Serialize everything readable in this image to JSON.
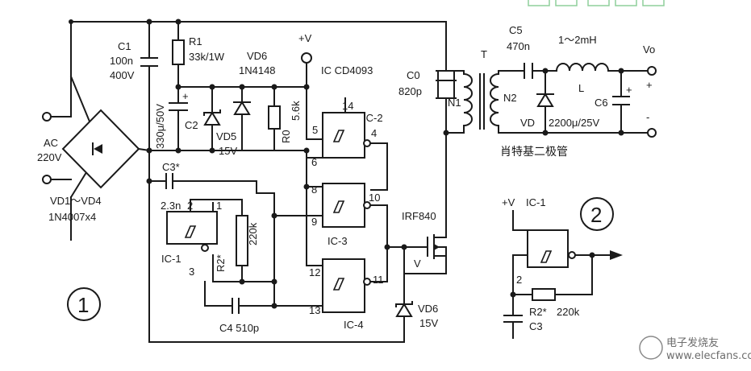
{
  "labels": {
    "c1": "C1",
    "c1_val": "100n",
    "c1_v": "400V",
    "r1": "R1",
    "r1_val": "33k/1W",
    "vd6a": "VD6",
    "vd6a_type": "1N4148",
    "vplus": "+V",
    "ic": "IC  CD4093",
    "c5": "C5",
    "c5_val": "470n",
    "l_val": "1～2mH",
    "vo": "Vo",
    "plus": "+",
    "minus": "-",
    "t": "T",
    "c0": "C0",
    "c0_val": "820p",
    "n1": "N1",
    "n2": "N2",
    "vd": "VD",
    "l": "L",
    "c6": "C6",
    "c6_val": "2200μ/25V",
    "ac": "AC",
    "ac_v": "220V",
    "c2_val": "330μ/50V",
    "c2": "C2",
    "vd5": "VD5",
    "vd5_v": "15V",
    "r0": "R0",
    "r0_val": "5.6k",
    "pin14": "14",
    "ic2": "IC-2",
    "pin5": "5",
    "pin4": "4",
    "pin6": "6",
    "schottky": "肖特基二极管",
    "bridge": "VD1～VD4",
    "bridge_type": "1N4007x4",
    "c3": "C3*",
    "c3_val": "2.3n",
    "pin2": "2",
    "pin1": "1",
    "pin8": "8",
    "pin10": "10",
    "r2": "R2*",
    "r2_val": "220k",
    "pin9": "9",
    "ic3": "IC-3",
    "irf": "IRF840",
    "ic1": "IC-1",
    "pin3": "3",
    "v": "V",
    "pin12": "12",
    "pin11": "11",
    "pin13": "13",
    "vd6b": "VD6",
    "vd6b_v": "15V",
    "ic4": "IC-4",
    "c4": "C4  510p",
    "fig1": "1",
    "fig2": "2",
    "f2_vplus": "+V",
    "f2_ic1": "IC-1",
    "f2_pin2": "2",
    "f2_r2": "R2*",
    "f2_r2_val": "220k",
    "f2_c3": "C3",
    "watermark": "电子发烧友",
    "watermark_url": "www.elecfans.com"
  }
}
